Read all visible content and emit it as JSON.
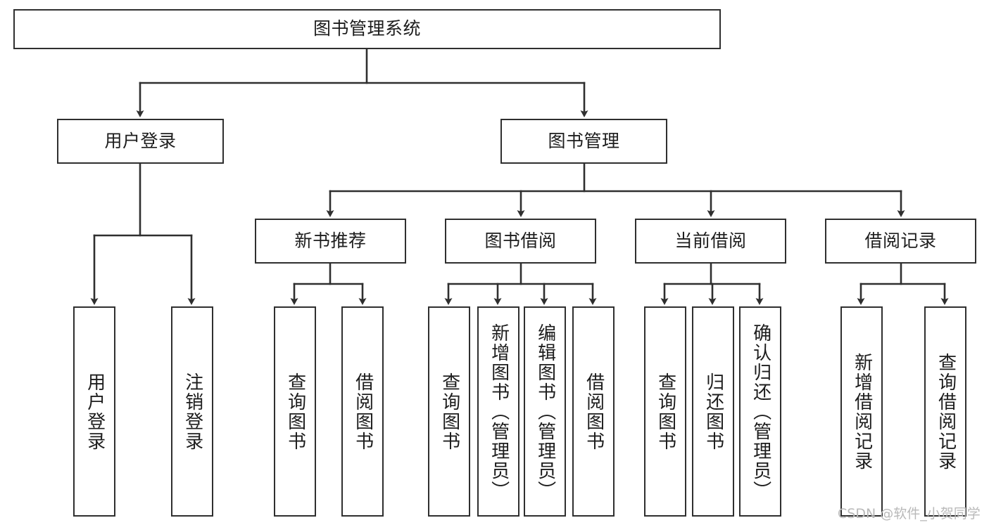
{
  "diagram": {
    "title": "图书管理系统",
    "type": "tree-hierarchy-diagram",
    "colors": {
      "box_border": "#2f2f2f",
      "box_fill": "#ffffff",
      "connector": "#2f2f2f",
      "text": "#1d1d1d",
      "watermark": "#b9b9b9",
      "background": "#ffffff"
    },
    "nodes": {
      "root": {
        "label": "图书管理系统"
      },
      "level2": [
        {
          "label": "用户登录"
        },
        {
          "label": "图书管理"
        }
      ],
      "level3": [
        {
          "label": "新书推荐"
        },
        {
          "label": "图书借阅"
        },
        {
          "label": "当前借阅"
        },
        {
          "label": "借阅记录"
        }
      ],
      "leaves_user_login": [
        {
          "label": "用户登录"
        },
        {
          "label": "注销登录"
        }
      ],
      "leaves_new_books": [
        {
          "label": "查询图书"
        },
        {
          "label": "借阅图书"
        }
      ],
      "leaves_borrow": [
        {
          "label": "查询图书"
        },
        {
          "label": "新增图书（管理员）"
        },
        {
          "label": "编辑图书（管理员）"
        },
        {
          "label": "借阅图书"
        }
      ],
      "leaves_current": [
        {
          "label": "查询图书"
        },
        {
          "label": "归还图书"
        },
        {
          "label": "确认归还（管理员）"
        }
      ],
      "leaves_records": [
        {
          "label": "新增借阅记录"
        },
        {
          "label": "查询借阅记录"
        }
      ]
    },
    "watermark": "CSDN @软件_小贺同学"
  }
}
